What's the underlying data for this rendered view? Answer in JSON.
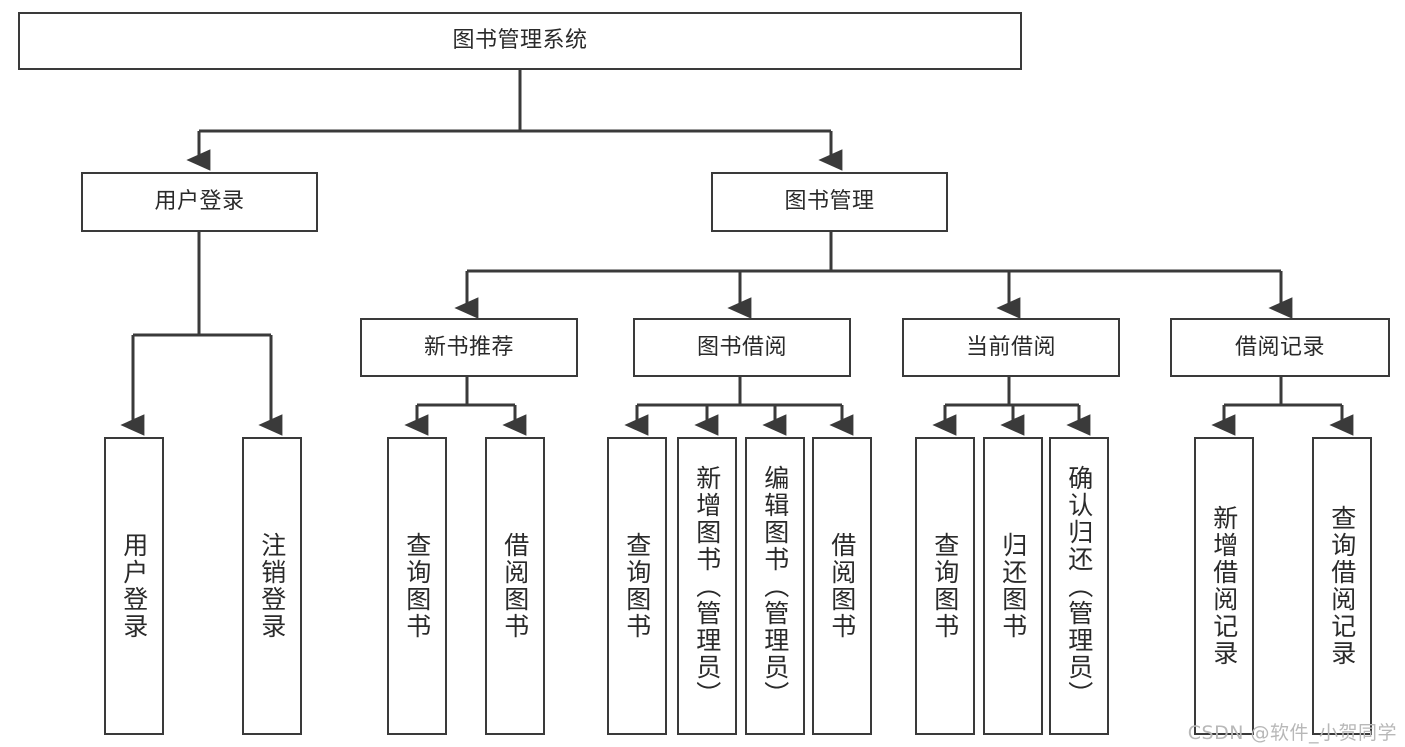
{
  "diagram": {
    "title": "图书管理系统",
    "type": "tree-hierarchy-diagram",
    "root": {
      "id": "root",
      "label": "图书管理系统"
    },
    "level1": [
      {
        "id": "user-login",
        "label": "用户登录"
      },
      {
        "id": "book-manage",
        "label": "图书管理"
      }
    ],
    "level2": [
      {
        "id": "new-book-recommend",
        "label": "新书推荐",
        "parent": "book-manage"
      },
      {
        "id": "book-borrow",
        "label": "图书借阅",
        "parent": "book-manage"
      },
      {
        "id": "current-borrow",
        "label": "当前借阅",
        "parent": "book-manage"
      },
      {
        "id": "borrow-record",
        "label": "借阅记录",
        "parent": "book-manage"
      }
    ],
    "leaves": {
      "user-login": [
        {
          "id": "leaf-user-login",
          "label": "用户登录"
        },
        {
          "id": "leaf-logout",
          "label": "注销登录"
        }
      ],
      "new-book-recommend": [
        {
          "id": "leaf-query-book-1",
          "label": "查询图书"
        },
        {
          "id": "leaf-borrow-book-1",
          "label": "借阅图书"
        }
      ],
      "book-borrow": [
        {
          "id": "leaf-query-book-2",
          "label": "查询图书"
        },
        {
          "id": "leaf-add-book",
          "label": "新增图书（管理员）"
        },
        {
          "id": "leaf-edit-book",
          "label": "编辑图书（管理员）"
        },
        {
          "id": "leaf-borrow-book-2",
          "label": "借阅图书"
        }
      ],
      "current-borrow": [
        {
          "id": "leaf-query-book-3",
          "label": "查询图书"
        },
        {
          "id": "leaf-return-book",
          "label": "归还图书"
        },
        {
          "id": "leaf-confirm-return",
          "label": "确认归还（管理员）"
        }
      ],
      "borrow-record": [
        {
          "id": "leaf-add-record",
          "label": "新增借阅记录"
        },
        {
          "id": "leaf-query-record",
          "label": "查询借阅记录"
        }
      ]
    }
  },
  "watermark": {
    "text": "CSDN @软件_小贺同学"
  },
  "colors": {
    "stroke": "#3a3a3a",
    "background": "#ffffff",
    "text": "#2a2a2a",
    "watermark": "#b8b8b8"
  }
}
